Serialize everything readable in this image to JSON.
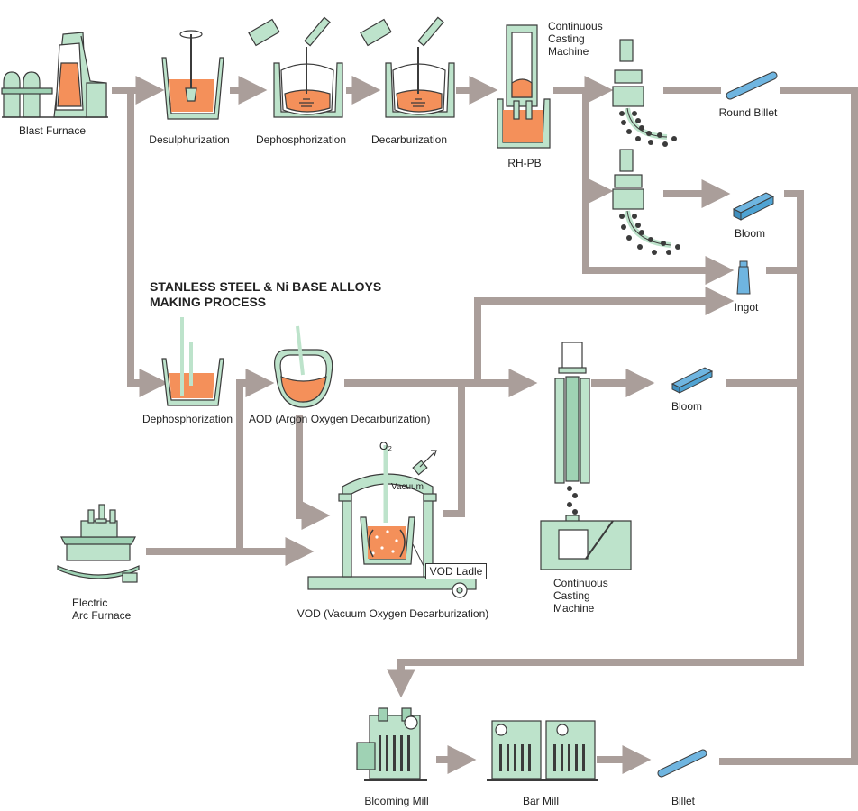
{
  "title": "STANLESS STEEL & Ni BASE ALLOYS\nMAKING PROCESS",
  "labels": {
    "blast_furnace": "Blast Furnace",
    "desulphurization": "Desulphurization",
    "dephosphorization_top": "Dephosphorization",
    "decarburization": "Decarburization",
    "rh_pb": "RH-PB",
    "ccm_top": "Continuous\nCasting\nMachine",
    "round_billet": "Round Billet",
    "bloom_top": "Bloom",
    "ingot": "Ingot",
    "dephosphorization_mid": "Dephosphorization",
    "aod": "AOD (Argon Oxygen Decarburization)",
    "o2": "O₂",
    "vacuum": "Vacuum",
    "vod_ladle": "VOD Ladle",
    "vod": "VOD (Vacuum Oxygen Decarburization)",
    "electric_arc_furnace": "Electric\nArc Furnace",
    "bloom_mid": "Bloom",
    "ccm_mid": "Continuous\nCasting\nMachine",
    "blooming_mill": "Blooming Mill",
    "bar_mill": "Bar Mill",
    "billet": "Billet"
  },
  "colors": {
    "flow": "#aa9e9a",
    "equipment": "#bde3cb",
    "equipment_dark": "#9fd2b4",
    "outline": "#3b3b3b",
    "molten": "#f4905a",
    "product": "#6fb5e0"
  }
}
